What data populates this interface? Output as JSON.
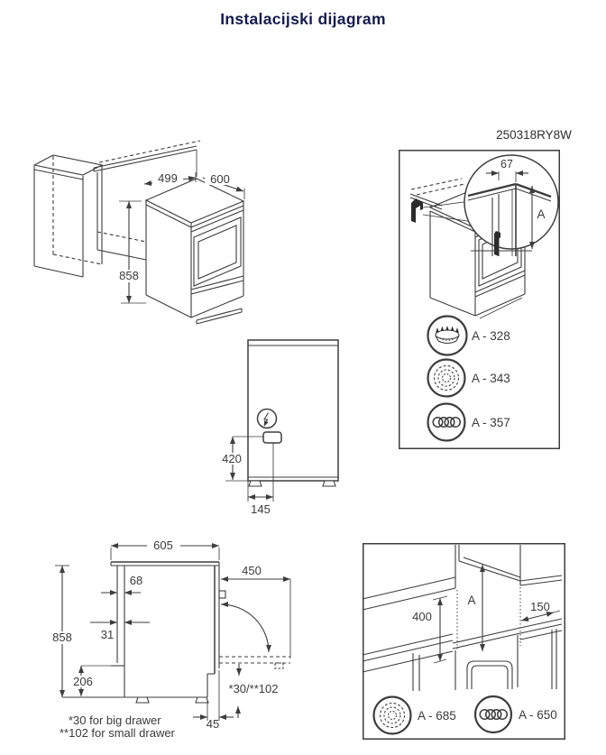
{
  "title": "Instalacijski dijagram",
  "product_code": "250318RY8W",
  "colors": {
    "title": "#131b4f",
    "line": "#3d3d3d",
    "dim_text": "#3a3a3a"
  },
  "isometric_view": {
    "counter_depth": "499",
    "width": "600",
    "height": "858"
  },
  "rear_view": {
    "outlet_height": "420",
    "outlet_offset": "145"
  },
  "side_view": {
    "depth": "605",
    "door_open_depth": "450",
    "rear_gap": "68",
    "panel_gap": "31",
    "height": "858",
    "base_height": "206",
    "drawer_clearance": "*30/**102",
    "plinth_recess": "45",
    "note_big_drawer": "*30 for big drawer",
    "note_small_drawer": "**102 for small drawer"
  },
  "bracket_detail_panel": {
    "bracket_offset": "67",
    "height_letter": "A",
    "hob_types": [
      {
        "icon": "gas-burner-icon",
        "value": "A - 328"
      },
      {
        "icon": "radiant-hob-icon",
        "value": "A - 343"
      },
      {
        "icon": "coil-hob-icon",
        "value": "A - 357"
      }
    ]
  },
  "clearance_panel": {
    "cabinet_clearance": "400",
    "hood_clearance_letter": "A",
    "side_clearance": "150",
    "hob_types": [
      {
        "icon": "radiant-hob-icon",
        "value": "A - 685"
      },
      {
        "icon": "coil-hob-icon",
        "value": "A - 650"
      }
    ]
  }
}
